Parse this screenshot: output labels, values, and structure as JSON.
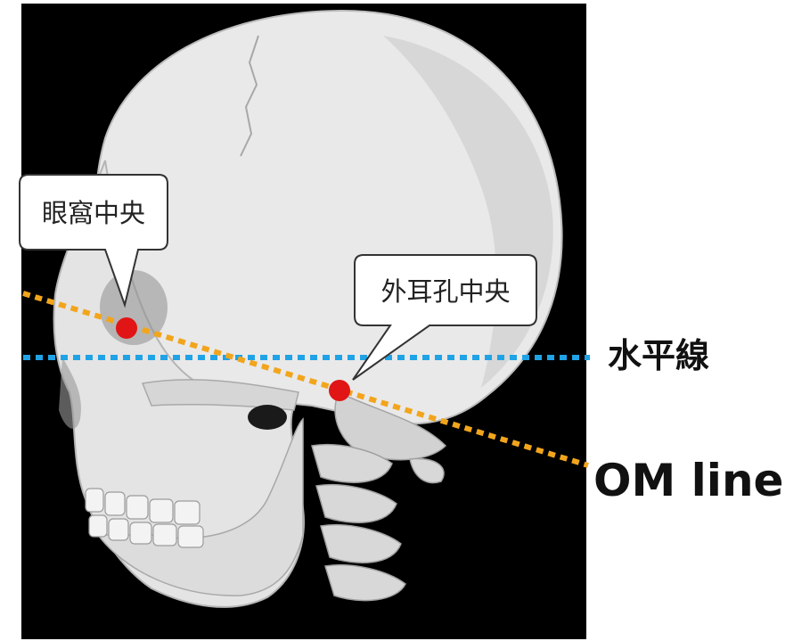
{
  "image": {
    "subject": "3D CT rendering of a skull, left lateral view",
    "background_color": "#000000"
  },
  "callouts": {
    "orbit_center": "眼窩中央",
    "ear_canal_center": "外耳孔中央"
  },
  "labels": {
    "horizontal_line": "水平線",
    "om_line": "OM line"
  },
  "colors": {
    "horizontal_line": "#1fa3e6",
    "om_line": "#f2a51c",
    "landmark_dot": "#e11515",
    "callout_fill": "#ffffff",
    "callout_stroke": "#333333"
  }
}
